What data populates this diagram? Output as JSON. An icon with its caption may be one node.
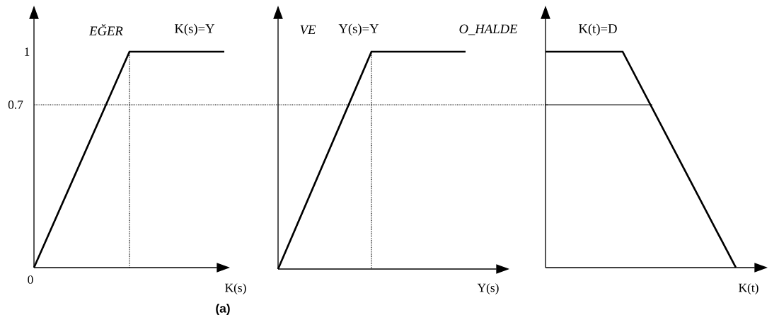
{
  "diagram": {
    "caption": "(a)",
    "labels": [
      "EĞER",
      "K(s)=Y",
      "VE",
      "Y(s)=Y",
      "O_HALDE",
      "K(t)=D",
      "1",
      "0.7",
      "0",
      "K(s)",
      "Y(s)",
      "K(t)"
    ]
  }
}
